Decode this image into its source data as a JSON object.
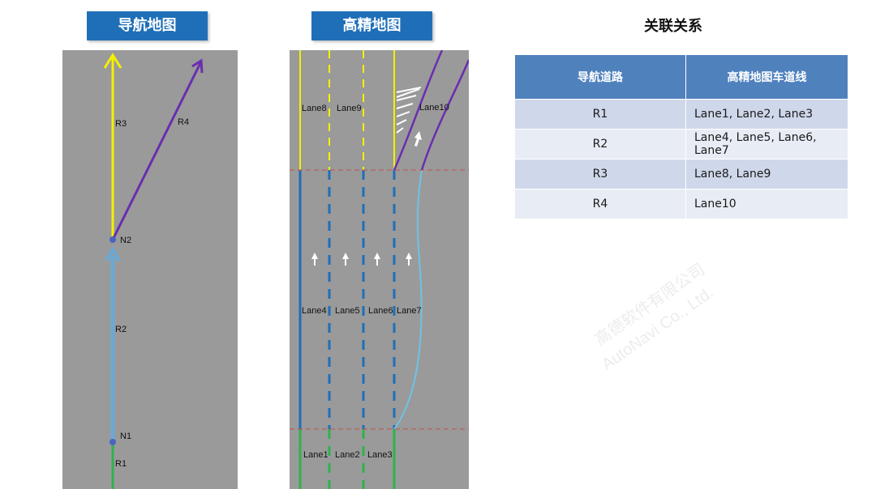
{
  "nav_map": {
    "title": "导航地图",
    "roads": {
      "r1": "R1",
      "r2": "R2",
      "r3": "R3",
      "r4": "R4"
    },
    "nodes": {
      "n1": "N1",
      "n2": "N2"
    }
  },
  "hd_map": {
    "title": "高精地图",
    "lanes": {
      "lane1": "Lane1",
      "lane2": "Lane2",
      "lane3": "Lane3",
      "lane4": "Lane4",
      "lane5": "Lane5",
      "lane6": "Lane6",
      "lane7": "Lane7",
      "lane8": "Lane8",
      "lane9": "Lane9",
      "lane10": "Lane10"
    }
  },
  "relation": {
    "title": "关联关系",
    "headers": [
      "导航道路",
      "高精地图车道线"
    ],
    "rows": [
      [
        "R1",
        "Lane1, Lane2, Lane3"
      ],
      [
        "R2",
        "Lane4, Lane5, Lane6, Lane7"
      ],
      [
        "R3",
        "Lane8, Lane9"
      ],
      [
        "R4",
        "Lane10"
      ]
    ]
  },
  "watermark": {
    "cn": "高德软件有限公司",
    "en": "AutoNavi Co., Ltd."
  },
  "colors": {
    "title_bg": "#1f6fb8",
    "panel_bg": "#9a9a9a",
    "yellow": "#f5f000",
    "purple": "#6a2db0",
    "blue_road": "#6aa9d6",
    "green": "#2fb24a",
    "lane_blue": "#1f6fb8",
    "table_header": "#4f81bd"
  }
}
